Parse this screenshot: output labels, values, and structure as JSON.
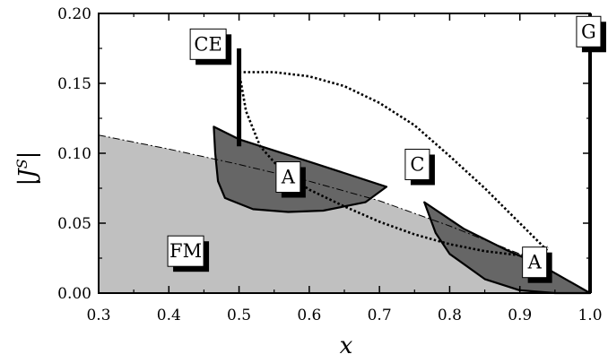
{
  "chart_data": {
    "type": "area",
    "title": "",
    "xlabel": "x",
    "ylabel_prefix": "|J",
    "ylabel_superscript": "S",
    "ylabel_suffix": "|",
    "xlim": [
      0.3,
      1.0
    ],
    "ylim": [
      0.0,
      0.2
    ],
    "x_ticks": [
      "0.3",
      "0.4",
      "0.5",
      "0.6",
      "0.7",
      "0.8",
      "0.9",
      "1.0"
    ],
    "y_ticks": [
      "0.00",
      "0.05",
      "0.10",
      "0.15",
      "0.20"
    ],
    "grid": false,
    "fm_boundary": {
      "x": [
        0.3,
        0.4,
        0.5,
        0.6,
        0.7,
        0.8,
        0.9,
        1.0
      ],
      "y": [
        0.113,
        0.103,
        0.092,
        0.08,
        0.066,
        0.048,
        0.028,
        0.0
      ]
    },
    "a_region_1": {
      "x": [
        0.464,
        0.5,
        0.6,
        0.71,
        0.68,
        0.62,
        0.57,
        0.52,
        0.48,
        0.47,
        0.466,
        0.464
      ],
      "y": [
        0.119,
        0.11,
        0.094,
        0.076,
        0.065,
        0.059,
        0.058,
        0.06,
        0.068,
        0.08,
        0.1,
        0.119
      ]
    },
    "a_region_2": {
      "x": [
        0.764,
        0.82,
        0.88,
        0.93,
        1.0,
        0.95,
        0.9,
        0.85,
        0.8,
        0.78,
        0.764
      ],
      "y": [
        0.065,
        0.046,
        0.031,
        0.02,
        0.0,
        0.0,
        0.002,
        0.01,
        0.028,
        0.043,
        0.065
      ]
    },
    "ce_line": {
      "x": 0.5,
      "y_range": [
        0.105,
        0.175
      ]
    },
    "g_line": {
      "x": 1.0,
      "y_range": [
        0.0,
        0.2
      ]
    },
    "c_curve_upper": {
      "x": [
        0.5,
        0.55,
        0.6,
        0.65,
        0.7,
        0.75,
        0.8,
        0.85,
        0.9,
        0.94
      ],
      "y": [
        0.158,
        0.158,
        0.155,
        0.148,
        0.136,
        0.12,
        0.098,
        0.075,
        0.05,
        0.03
      ]
    },
    "c_curve_lower": {
      "x": [
        0.5,
        0.51,
        0.53,
        0.56,
        0.6,
        0.65,
        0.7,
        0.75,
        0.8,
        0.85,
        0.9,
        0.94
      ],
      "y": [
        0.158,
        0.13,
        0.105,
        0.088,
        0.074,
        0.062,
        0.051,
        0.042,
        0.035,
        0.03,
        0.027,
        0.033
      ]
    },
    "region_labels": [
      {
        "text": "CE",
        "x": 0.456,
        "y": 0.178
      },
      {
        "text": "A",
        "x": 0.57,
        "y": 0.083
      },
      {
        "text": "C",
        "x": 0.754,
        "y": 0.092
      },
      {
        "text": "FM",
        "x": 0.424,
        "y": 0.03
      },
      {
        "text": "A",
        "x": 0.921,
        "y": 0.022
      },
      {
        "text": "G",
        "x": 0.998,
        "y": 0.187
      }
    ],
    "colors": {
      "fm_fill": "#c0c0c0",
      "a_fill": "#666666",
      "line": "#000000",
      "background": "#ffffff"
    }
  }
}
